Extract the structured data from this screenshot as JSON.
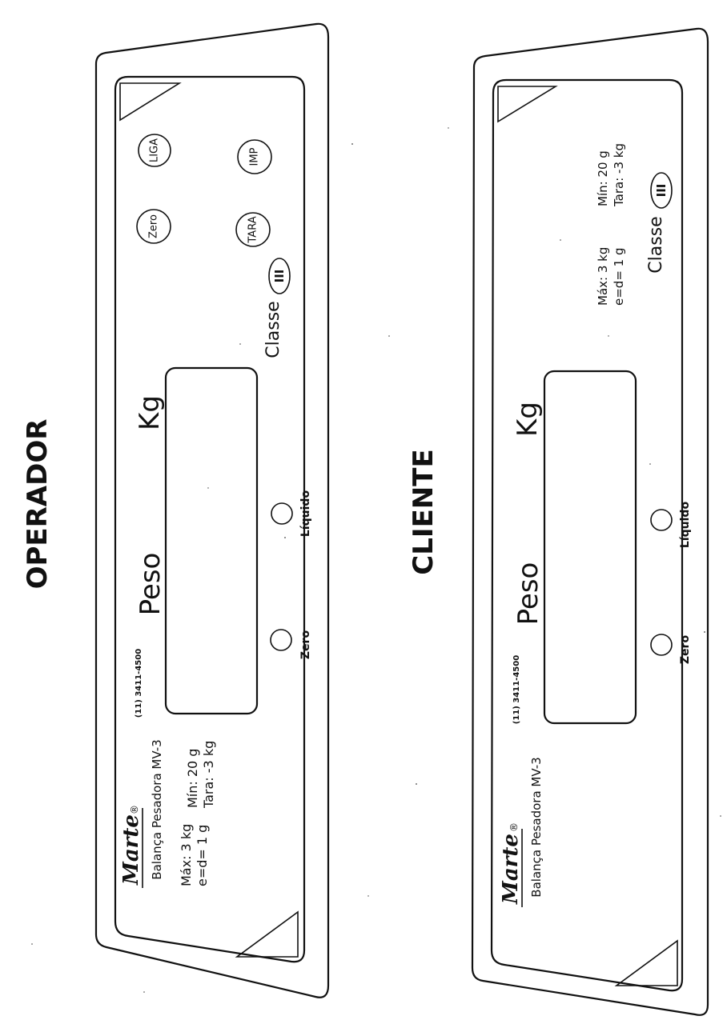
{
  "panels": [
    {
      "heading": "OPERADOR",
      "brand": "Marte",
      "brand_mark": "®",
      "model": "Balança Pesadora MV-3",
      "spec_max": "Máx: 3 kg",
      "spec_ed": "e=d= 1 g",
      "spec_min": "Mín: 20 g",
      "spec_tara": "Tara: -3 kg",
      "phone": "(11) 3411-4500",
      "peso": "Peso",
      "unit": "Kg",
      "class_label": "Classe",
      "class_value": "III",
      "indicators": {
        "zero": "Zero",
        "liquido": "Líquido"
      },
      "keys": {
        "liga": "LIGA",
        "zero": "Zero",
        "imp": "IMP",
        "tara": "TARA"
      }
    },
    {
      "heading": "CLIENTE",
      "brand": "Marte",
      "brand_mark": "®",
      "model": "Balança Pesadora MV-3",
      "spec_max": "Máx: 3 kg",
      "spec_ed": "e=d= 1 g",
      "spec_min": "Mín: 20 g",
      "spec_tara": "Tara: -3 kg",
      "phone": "(11) 3411-4500",
      "peso": "Peso",
      "unit": "Kg",
      "class_label": "Classe",
      "class_value": "III",
      "indicators": {
        "zero": "Zero",
        "liquido": "Líquido"
      }
    }
  ]
}
